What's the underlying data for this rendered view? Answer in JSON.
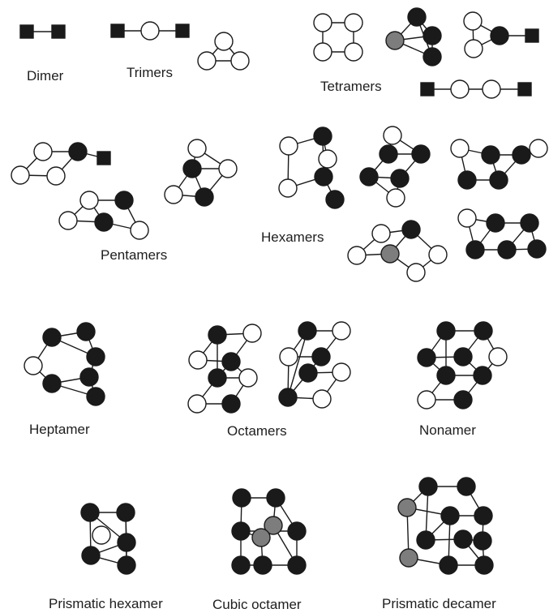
{
  "figure": {
    "labels": {
      "dimer": "Dimer",
      "trimers": "Trimers",
      "tetramers": "Tetramers",
      "pentamers": "Pentamers",
      "hexamers": "Hexamers",
      "heptamer": "Heptamer",
      "octamers": "Octamers",
      "nonamer": "Nonamer",
      "prismatic_hexamer": "Prismatic hexamer",
      "cubic_octamer": "Cubic octamer",
      "prismatic_decamer": "Prismatic decamer"
    },
    "legend_shapes": [
      "white-circle",
      "black-circle",
      "gray-circle",
      "black-square"
    ],
    "colors": {
      "white_node": "#ffffff",
      "black_node": "#1a1a1a",
      "gray_node": "#7d7d7d",
      "edge": "#1a1a1a"
    }
  }
}
